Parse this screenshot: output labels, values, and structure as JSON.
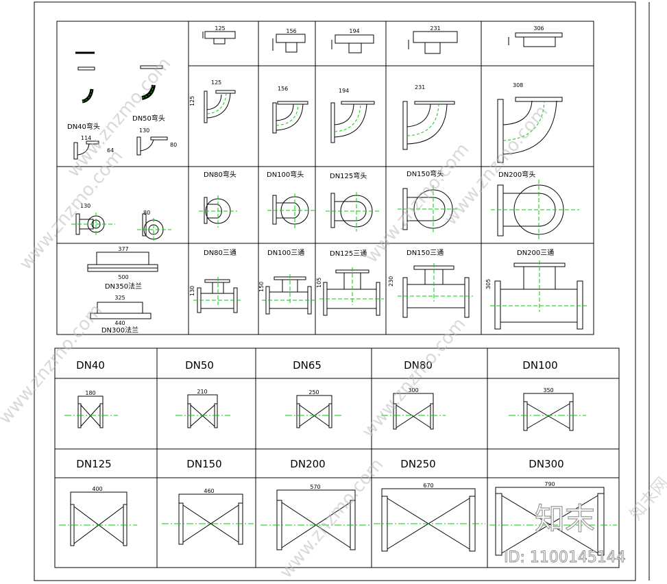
{
  "top_table": {
    "elbow_labels": [
      "DN40弯头",
      "DN50弯头",
      "DN80弯头",
      "DN100弯头",
      "DN125弯头",
      "DN150弯头",
      "DN200弯头"
    ],
    "tee_labels": [
      "DN80三通",
      "DN100三通",
      "DN125三通",
      "DN150三通",
      "DN200三通"
    ],
    "flange_labels": [
      "DN350法兰",
      "DN300法兰"
    ],
    "top_flange_dims": [
      "125",
      "156",
      "194",
      "231",
      "306"
    ],
    "elbow_dims": [
      "125",
      "156",
      "194",
      "231",
      "308",
      "125"
    ],
    "small_elbow_dims": [
      "114",
      "64",
      "130",
      "80"
    ],
    "plan_dims": [
      "130",
      "80"
    ],
    "flange_dims": [
      "377",
      "500",
      "325",
      "440"
    ],
    "tee_dims": [
      "130",
      "150",
      "105",
      "230",
      "305"
    ]
  },
  "valve_table": {
    "row1": [
      {
        "name": "DN40",
        "dim": "180"
      },
      {
        "name": "DN50",
        "dim": "210"
      },
      {
        "name": "DN65",
        "dim": "250"
      },
      {
        "name": "DN80",
        "dim": "300"
      },
      {
        "name": "DN100",
        "dim": "350"
      }
    ],
    "row2": [
      {
        "name": "DN125",
        "dim": "400"
      },
      {
        "name": "DN150",
        "dim": "460"
      },
      {
        "name": "DN200",
        "dim": "570"
      },
      {
        "name": "DN250",
        "dim": "670"
      },
      {
        "name": "DN300",
        "dim": "790"
      }
    ]
  },
  "watermark": {
    "brand": "知末",
    "id_text": "ID: 1100145144",
    "url_text": "www.znzmo.com",
    "site_text": "知末网"
  },
  "colors": {
    "line": "#000000",
    "center": "#00c000",
    "watermark": "#bbbbbb"
  }
}
